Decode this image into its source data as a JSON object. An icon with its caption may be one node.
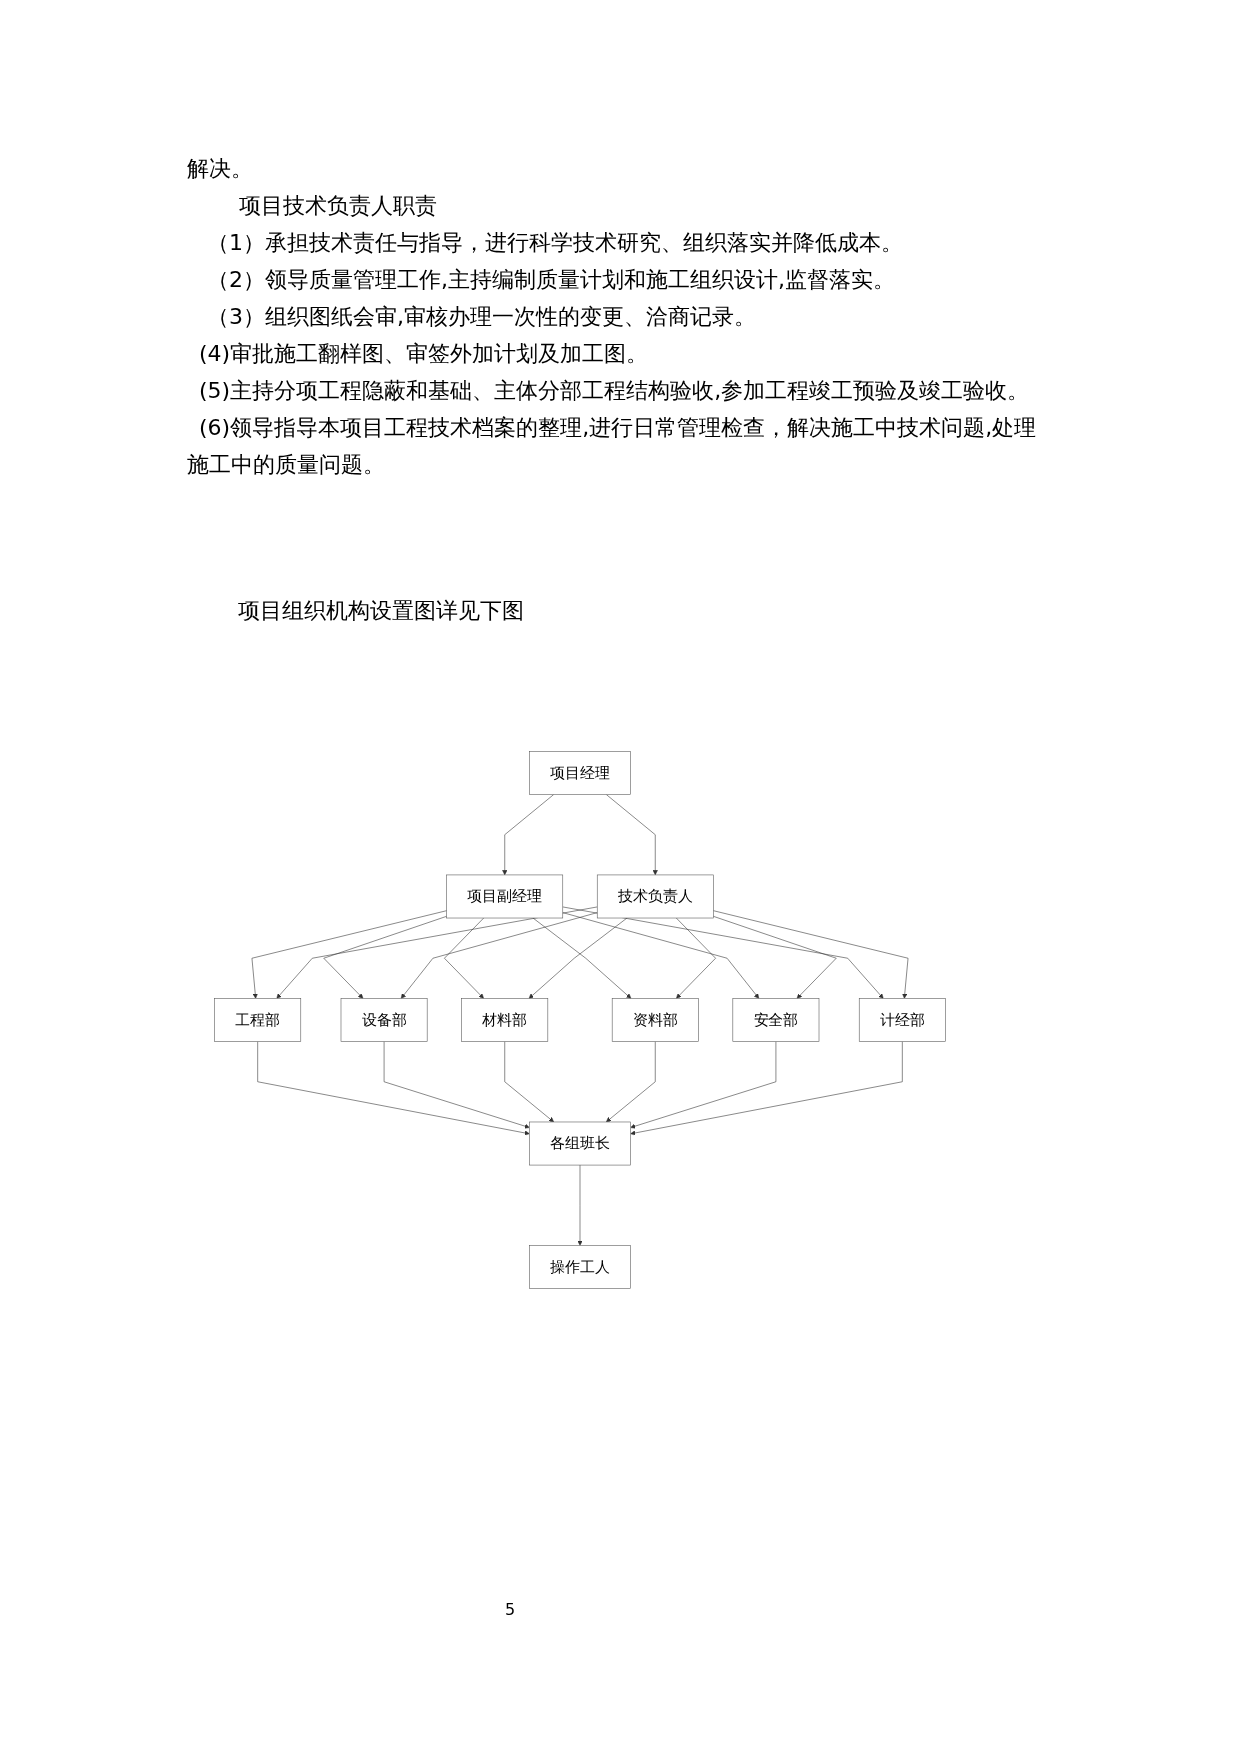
{
  "diagram": {
    "title": "项目组织机构设置图详见下图",
    "nodes": [
      {
        "text": [
          "项目经理"
        ]
      },
      {
        "text": [
          "项目副经理"
        ]
      },
      {
        "text": [
          "技术负责人"
        ]
      },
      {
        "text": [
          "工程部"
        ]
      },
      {
        "text": [
          "设备部"
        ]
      },
      {
        "text": [
          "材料部"
        ]
      },
      {
        "text": [
          "资料部"
        ]
      },
      {
        "text": [
          "安全部"
        ]
      },
      {
        "text": [
          "计经部"
        ]
      },
      {
        "text": [
          "各组班长"
        ]
      },
      {
        "text": [
          "操作工人"
        ]
      }
    ],
    "edges": [
      {
        "from": 0,
        "to": 1,
        "arrow": "to"
      },
      {
        "from": 0,
        "to": 2,
        "arrow": "to"
      },
      {
        "from": 1,
        "to": 3,
        "arrow": "to"
      },
      {
        "from": 1,
        "to": 4,
        "arrow": "to"
      },
      {
        "from": 1,
        "to": 5,
        "arrow": "to"
      },
      {
        "from": 1,
        "to": 6,
        "arrow": "to"
      },
      {
        "from": 1,
        "to": 7,
        "arrow": "to"
      },
      {
        "from": 1,
        "to": 8,
        "arrow": "to"
      },
      {
        "from": 2,
        "to": 3,
        "arrow": "to"
      },
      {
        "from": 2,
        "to": 4,
        "arrow": "to"
      },
      {
        "from": 2,
        "to": 5,
        "arrow": "to"
      },
      {
        "from": 2,
        "to": 6,
        "arrow": "to"
      },
      {
        "from": 2,
        "to": 7,
        "arrow": "to"
      },
      {
        "from": 2,
        "to": 8,
        "arrow": "to"
      },
      {
        "from": 3,
        "to": 9,
        "arrow": "to"
      },
      {
        "from": 4,
        "to": 9,
        "arrow": "to"
      },
      {
        "from": 5,
        "to": 9,
        "arrow": "to"
      },
      {
        "from": 6,
        "to": 9,
        "arrow": "to"
      },
      {
        "from": 7,
        "to": 9,
        "arrow": "to"
      },
      {
        "from": 8,
        "to": 9,
        "arrow": "to"
      },
      {
        "from": 9,
        "to": 10,
        "arrow": "to"
      }
    ],
    "labels": [
      "解决。",
      "项目技术负责人职责",
      "（1）承担技术责任与指导，进行科学技术研究、组织落实并降低成本。",
      "（2）领导质量管理工作,主持编制质量计划和施工组织设计,监督落实。",
      "（3）组织图纸会审,审核办理一次性的变更、洽商记录。",
      "(4)审批施工翻样图、审签外加计划及加工图。",
      "(5)主持分项工程隐蔽和基础、主体分部工程结构验收,参加工程竣工预验及竣工验收。",
      "(6)领导指导本项目工程技术档案的整理,进行日常管理检查，解决施工中技术问题,处理施工中的质量问题。",
      "5"
    ]
  }
}
